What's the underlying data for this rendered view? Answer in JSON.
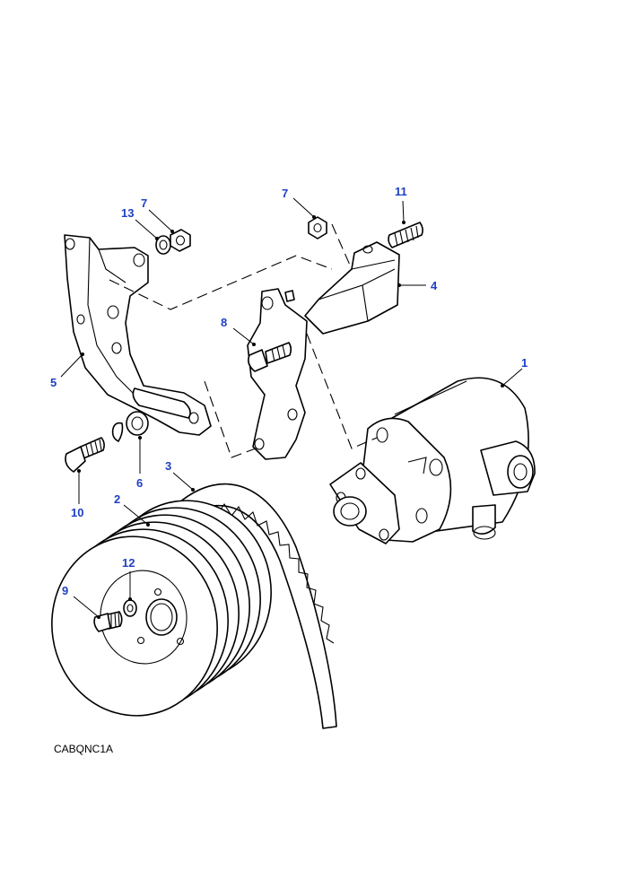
{
  "reference_code": "CABQNC1A",
  "callout_color": "#1f3fc4",
  "callouts": {
    "c1": "1",
    "c2": "2",
    "c3": "3",
    "c4": "4",
    "c5": "5",
    "c6": "6",
    "c7a": "7",
    "c7b": "7",
    "c8": "8",
    "c9": "9",
    "c10": "10",
    "c11": "11",
    "c12": "12",
    "c13": "13"
  }
}
